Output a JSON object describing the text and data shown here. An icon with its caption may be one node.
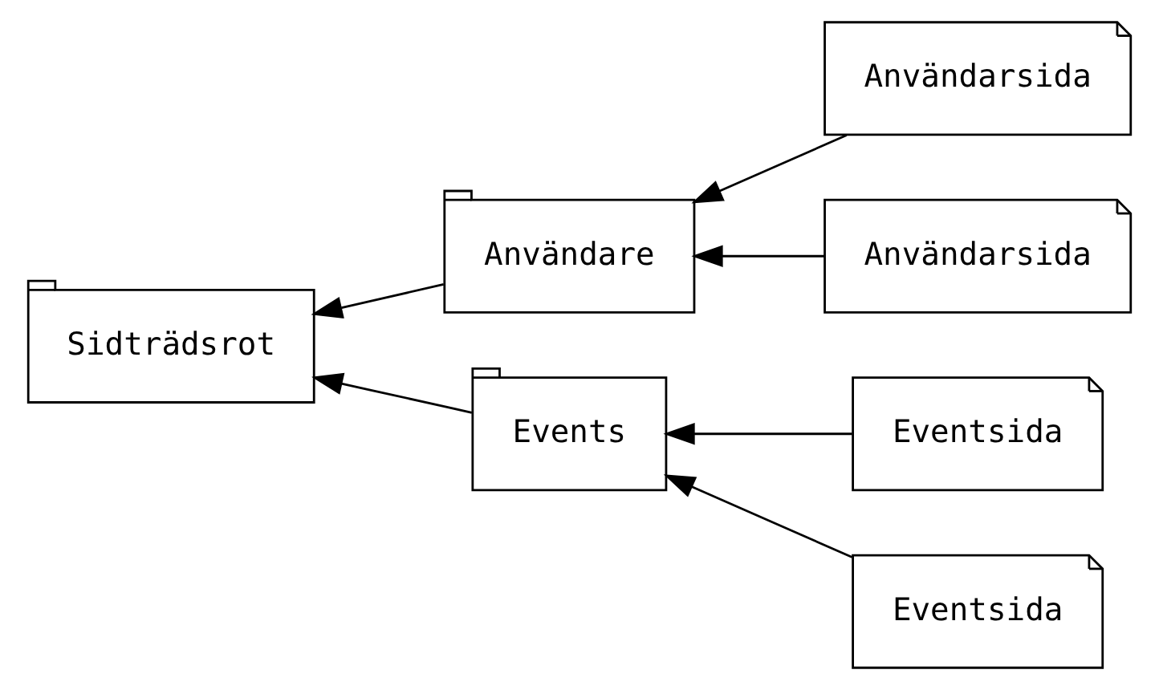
{
  "diagram": {
    "nodes": [
      {
        "text": [
          "Sidträdsrot"
        ]
      },
      {
        "text": [
          "Användare"
        ]
      },
      {
        "text": [
          "Användarsida"
        ]
      },
      {
        "text": [
          "Användarsida"
        ]
      },
      {
        "text": [
          "Events"
        ]
      },
      {
        "text": [
          "Eventsida"
        ]
      },
      {
        "text": [
          "Eventsida"
        ]
      }
    ],
    "edges": [
      {
        "from": 1,
        "to": 0,
        "arrow": "to"
      },
      {
        "from": 4,
        "to": 0,
        "arrow": "to"
      },
      {
        "from": 2,
        "to": 1,
        "arrow": "to"
      },
      {
        "from": 3,
        "to": 1,
        "arrow": "to"
      },
      {
        "from": 5,
        "to": 4,
        "arrow": "to"
      },
      {
        "from": 6,
        "to": 4,
        "arrow": "to"
      }
    ]
  }
}
